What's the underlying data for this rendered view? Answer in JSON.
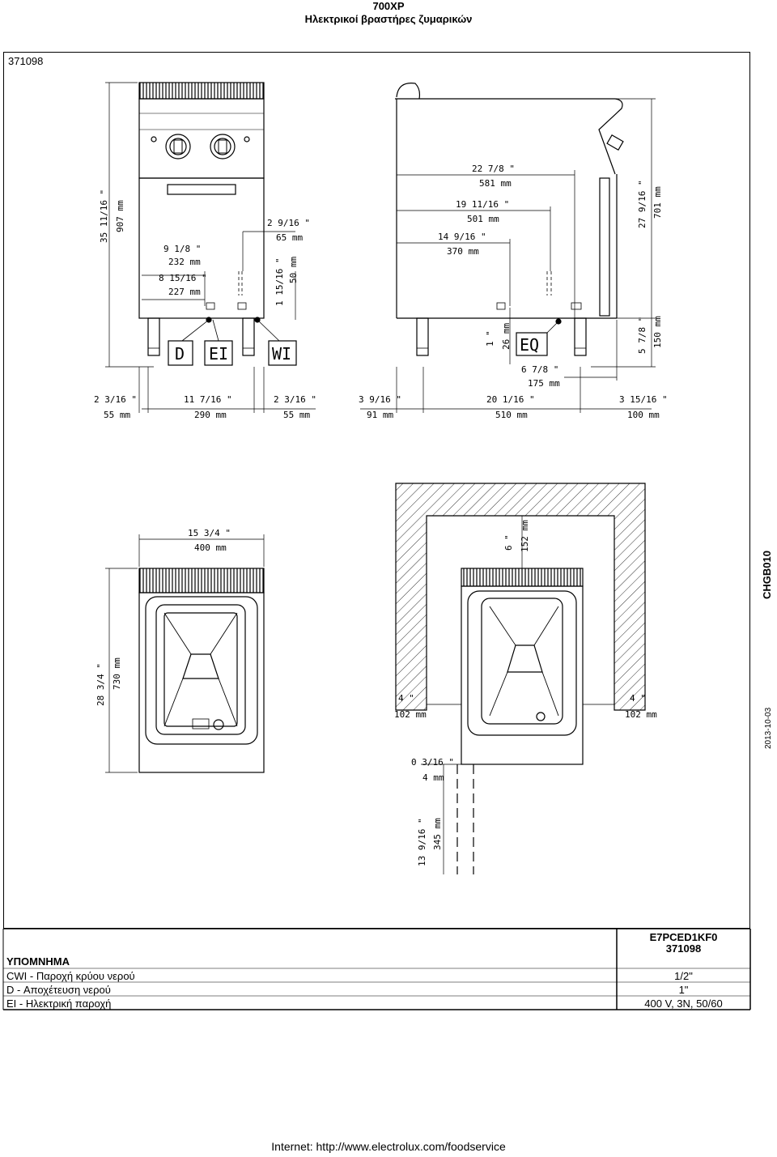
{
  "header": {
    "title": "700XP",
    "subtitle": "Ηλεκτρικοί βραστήρες ζυμαρικών"
  },
  "drawing_code": "371098",
  "labels": {
    "D": "D",
    "EI": "EI",
    "WI": "WI",
    "EQ": "EQ"
  },
  "dims": {
    "front_height_in": "35 11/16 \"",
    "front_height_mm": "907 mm",
    "d1_in": "9 1/8 \"",
    "d1_mm": "232 mm",
    "d2_in": "8 15/16 \"",
    "d2_mm": "227 mm",
    "d3_in": "2 9/16 \"",
    "d3_mm": "65 mm",
    "d4_in": "1 15/16 \"",
    "d4_mm": "50 mm",
    "b1_in": "2 3/16 \"",
    "b1_mm": "55 mm",
    "b2_in": "11 7/16 \"",
    "b2_mm": "290 mm",
    "b3_in": "2 3/16 \"",
    "b3_mm": "55 mm",
    "s1_in": "22 7/8 \"",
    "s1_mm": "581 mm",
    "s2_in": "19 11/16 \"",
    "s2_mm": "501 mm",
    "s3_in": "14 9/16 \"",
    "s3_mm": "370 mm",
    "s4_in": "1 \"",
    "s4_mm": "26 mm",
    "s5_in": "6 7/8 \"",
    "s5_mm": "175 mm",
    "s6_in": "27 9/16 \"",
    "s6_mm": "701 mm",
    "s7_in": "5 7/8 \"",
    "s7_mm": "150 mm",
    "sb1_in": "3 9/16 \"",
    "sb1_mm": "91 mm",
    "sb2_in": "20 1/16 \"",
    "sb2_mm": "510 mm",
    "sb3_in": "3 15/16 \"",
    "sb3_mm": "100 mm",
    "t_width_in": "15 3/4 \"",
    "t_width_mm": "400 mm",
    "t_depth_in": "28 3/4 \"",
    "t_depth_mm": "730 mm",
    "c_top_in": "6 \"",
    "c_top_mm": "152 mm",
    "c_left_in": "4 \"",
    "c_left_mm": "102 mm",
    "c_right_in": "4 \"",
    "c_right_mm": "102 mm",
    "c_gap_in": "0 3/16 \"",
    "c_gap_mm": "4 mm",
    "c_depth_in": "13 9/16 \"",
    "c_depth_mm": "345 mm"
  },
  "side_text": {
    "doc_code": "CHGB010",
    "date": "2013-10-03"
  },
  "legend": {
    "title": "ΥΠΟΜΝΗΜΑ",
    "rows": [
      {
        "label": "CWI - Παροχή κρύου νερού",
        "value": "1/2\""
      },
      {
        "label": "D - Αποχέτευση νερού",
        "value": "1\""
      },
      {
        "label": "EI - Ηλεκτρική παροχή",
        "value": "400 V, 3N, 50/60"
      }
    ]
  },
  "model": {
    "name": "E7PCED1KF0",
    "code": "371098"
  },
  "footer": "Internet: http://www.electrolux.com/foodservice"
}
